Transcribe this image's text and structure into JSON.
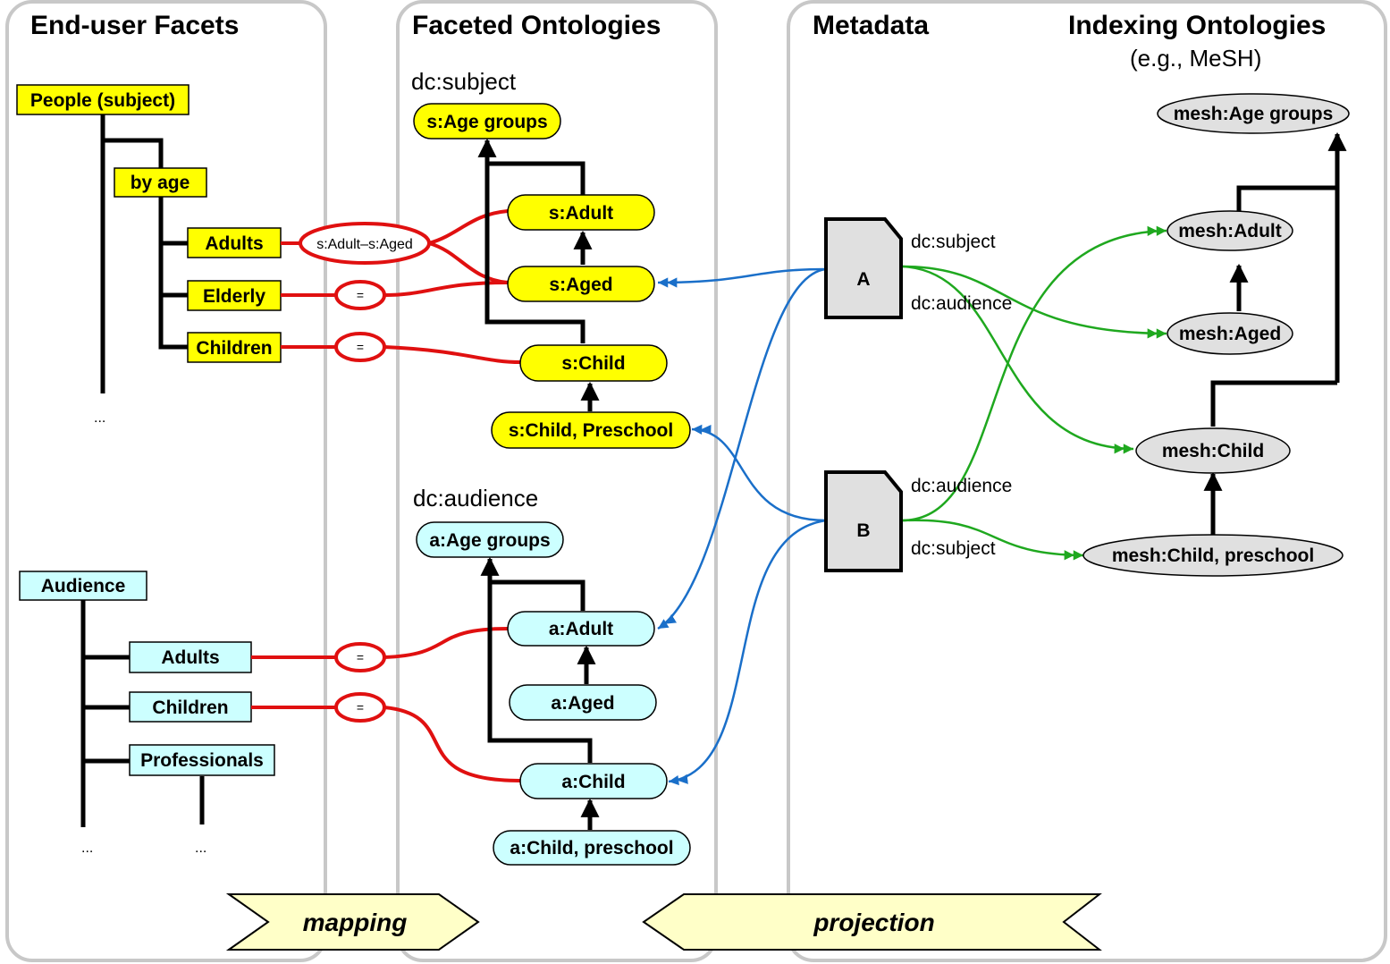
{
  "headers": {
    "end_user_facets": "End-user Facets",
    "faceted_ontologies": "Faceted Ontologies",
    "metadata": "Metadata",
    "indexing_ontologies": "Indexing Ontologies",
    "indexing_example": "(e.g., MeSH)"
  },
  "facets": {
    "people": "People (subject)",
    "by_age": "by age",
    "adults": "Adults",
    "elderly": "Elderly",
    "children": "Children",
    "ellipsis": "...",
    "audience": "Audience",
    "aud_adults": "Adults",
    "aud_children": "Children",
    "professionals": "Professionals",
    "ellipsis_a": "...",
    "ellipsis_b": "..."
  },
  "mappings": {
    "union_label": "s:Adult–s:Aged",
    "eq1": "=",
    "eq2": "=",
    "eq3": "=",
    "eq4": "="
  },
  "subject_ontology": {
    "label": "dc:subject",
    "age_groups": "s:Age groups",
    "adult": "s:Adult",
    "aged": "s:Aged",
    "child": "s:Child",
    "child_preschool": "s:Child, Preschool"
  },
  "audience_ontology": {
    "label": "dc:audience",
    "age_groups": "a:Age groups",
    "adult": "a:Adult",
    "aged": "a:Aged",
    "child": "a:Child",
    "child_preschool": "a:Child, preschool"
  },
  "documents": {
    "a": {
      "name": "A",
      "subject_label": "dc:subject",
      "audience_label": "dc:audience"
    },
    "b": {
      "name": "B",
      "audience_label": "dc:audience",
      "subject_label": "dc:subject"
    }
  },
  "mesh": {
    "age_groups": "mesh:Age groups",
    "adult": "mesh:Adult",
    "aged": "mesh:Aged",
    "child": "mesh:Child",
    "child_preschool": "mesh:Child, preschool"
  },
  "banners": {
    "mapping": "mapping",
    "projection": "projection"
  },
  "colors": {
    "subject_node": "#ffff00",
    "audience_node": "#ccffff",
    "mesh_node": "#e0e0e0",
    "mapping_line": "#e01010",
    "projection_line": "#1a6fc9",
    "indexing_line": "#1fa81f",
    "banner_fill": "#ffffc8"
  }
}
